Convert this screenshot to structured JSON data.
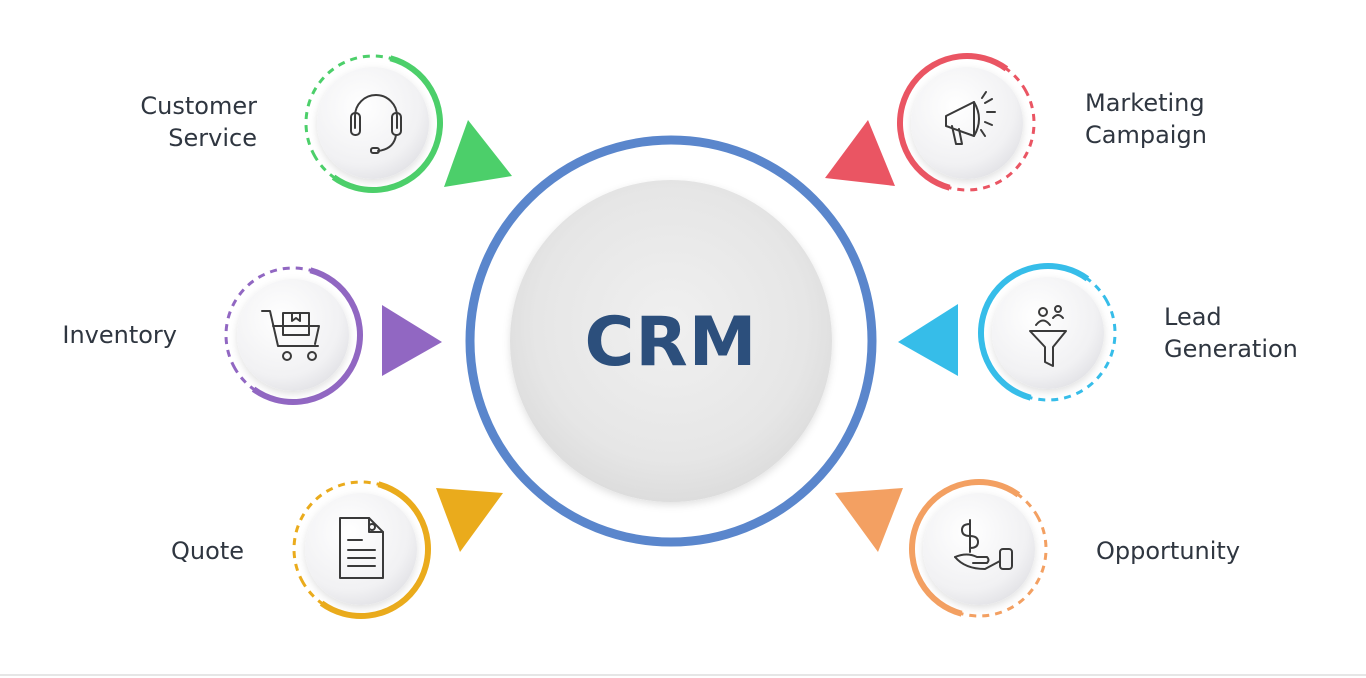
{
  "center": {
    "label": "CRM",
    "text_color": "#2c4f7c",
    "ring_color": "#5a86cc"
  },
  "nodes": [
    {
      "id": "customer-service",
      "label": "Customer\nService",
      "color": "#4ccf6a",
      "icon": "headset-icon"
    },
    {
      "id": "inventory",
      "label": "Inventory",
      "color": "#9167c2",
      "icon": "cart-icon"
    },
    {
      "id": "quote",
      "label": "Quote",
      "color": "#eaab1c",
      "icon": "document-icon"
    },
    {
      "id": "marketing-campaign",
      "label": "Marketing\nCampaign",
      "color": "#ea5563",
      "icon": "megaphone-icon"
    },
    {
      "id": "lead-generation",
      "label": "Lead\nGeneration",
      "color": "#36bde9",
      "icon": "funnel-icon"
    },
    {
      "id": "opportunity",
      "label": "Opportunity",
      "color": "#f3a062",
      "icon": "money-hand-icon"
    }
  ]
}
